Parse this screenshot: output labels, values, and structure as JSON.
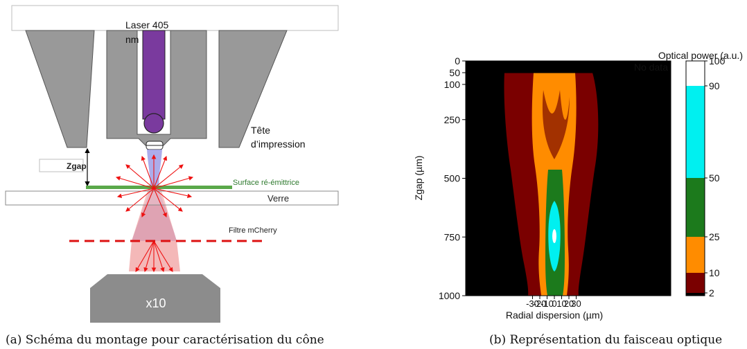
{
  "panel_a": {
    "labels": {
      "laser": "Laser 405",
      "laser_unit": "nm",
      "head": "Tête",
      "head_2": "d’impression",
      "zgap": "Zgap",
      "surface": "Surface ré-émittrice",
      "verre": "Verre",
      "filtre": "Filtre mCherry",
      "objective": "x10"
    },
    "caption": "(a) Schéma du montage pour caractérisation du cône",
    "colors": {
      "head": "#999999",
      "laser": "#7a3a9e",
      "beam_blue": "#9e9ee8",
      "beam_red": "#f0a0a0",
      "surface": "#5aa84a",
      "arrows": "#ee1111",
      "filter": "#dd1111",
      "objective": "#8c8c8c"
    }
  },
  "panel_b": {
    "caption": "(b) Représentation du faisceau optique",
    "no_data_label": "No data",
    "colorbar_title": "Optical power (a.u.)",
    "colors": {
      "black": "#000000",
      "dark_red": "#7a0000",
      "orange": "#ff8c00",
      "green": "#1c7a1c",
      "cyan": "#00f0f0",
      "white": "#ffffff"
    }
  },
  "chart_data": {
    "type": "heatmap",
    "title": "",
    "xlabel": "Radial dispersion (µm)",
    "ylabel": "Zgap (µm)",
    "x_ticks": [
      "-30",
      "-20",
      "-10",
      "0",
      "10",
      "20",
      "30"
    ],
    "y_ticks": [
      "0",
      "50",
      "100",
      "250",
      "500",
      "750",
      "1000"
    ],
    "ylim": [
      0,
      1000
    ],
    "y_axis_inverted": true,
    "no_data_range": [
      0,
      50
    ],
    "colorbar": {
      "label": "Optical power (a.u.)",
      "ticks": [
        "2",
        "10",
        "25",
        "50",
        "90",
        "100"
      ],
      "bands": [
        {
          "from": 0,
          "to": 2,
          "color": "#000000"
        },
        {
          "from": 2,
          "to": 10,
          "color": "#7a0000"
        },
        {
          "from": 10,
          "to": 25,
          "color": "#ff8c00"
        },
        {
          "from": 25,
          "to": 50,
          "color": "#1c7a1c"
        },
        {
          "from": 50,
          "to": 90,
          "color": "#00f0f0"
        },
        {
          "from": 90,
          "to": 100,
          "color": "#ffffff"
        }
      ]
    }
  }
}
